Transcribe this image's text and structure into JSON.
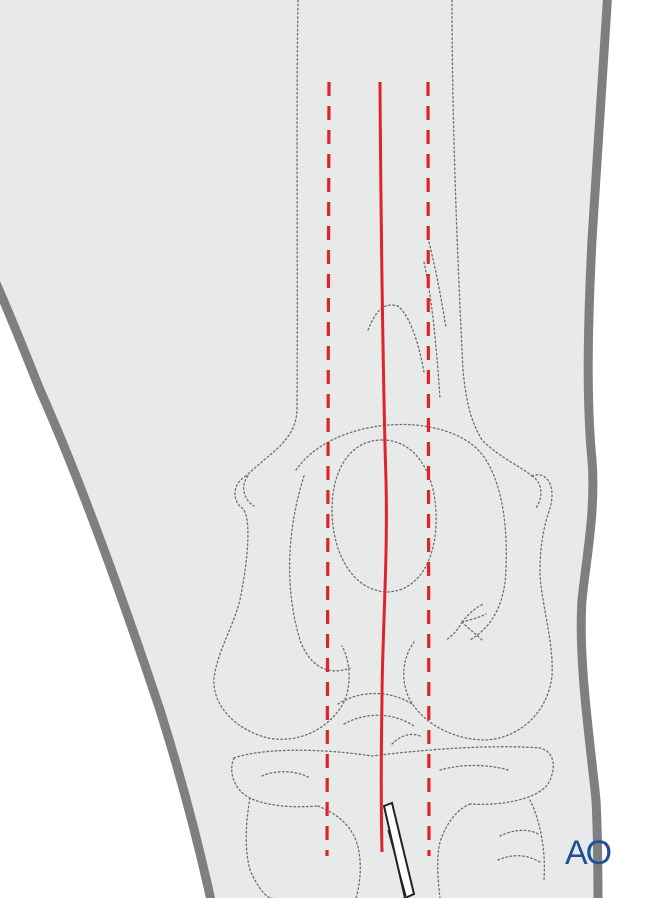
{
  "figure": {
    "description_labels": [],
    "brand": {
      "text": "AO",
      "color": "#1f4e9c"
    },
    "colors": {
      "skin_fill": "#e8e9e9",
      "skin_outline": "#7d7f81",
      "incision": "#e0232a",
      "bone_outline": "#6e6e6e"
    },
    "elements": [
      "skin-outline",
      "femur-outline",
      "patella-outline",
      "tibia-outline",
      "midline-incision",
      "guide-line-left",
      "guide-line-right",
      "drain-tube"
    ]
  }
}
